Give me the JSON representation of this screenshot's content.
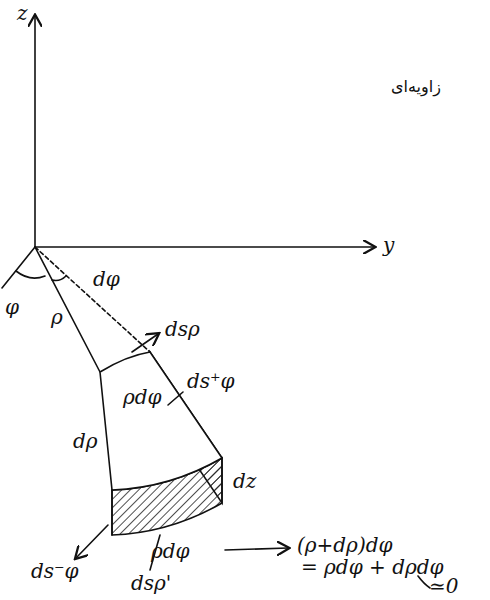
{
  "diagram": {
    "labels": [
      "z",
      "y",
      "φ",
      "dφ",
      "ρ",
      "dsρ",
      "ds⁺φ",
      "ρdφ",
      "dz",
      "dρ",
      "ds⁻φ",
      "ρdφ",
      "dsρ'",
      "(ρ+dρ)dφ",
      "= ρdφ + dρdφ",
      "≃0",
      "زاویه‌ای"
    ]
  }
}
